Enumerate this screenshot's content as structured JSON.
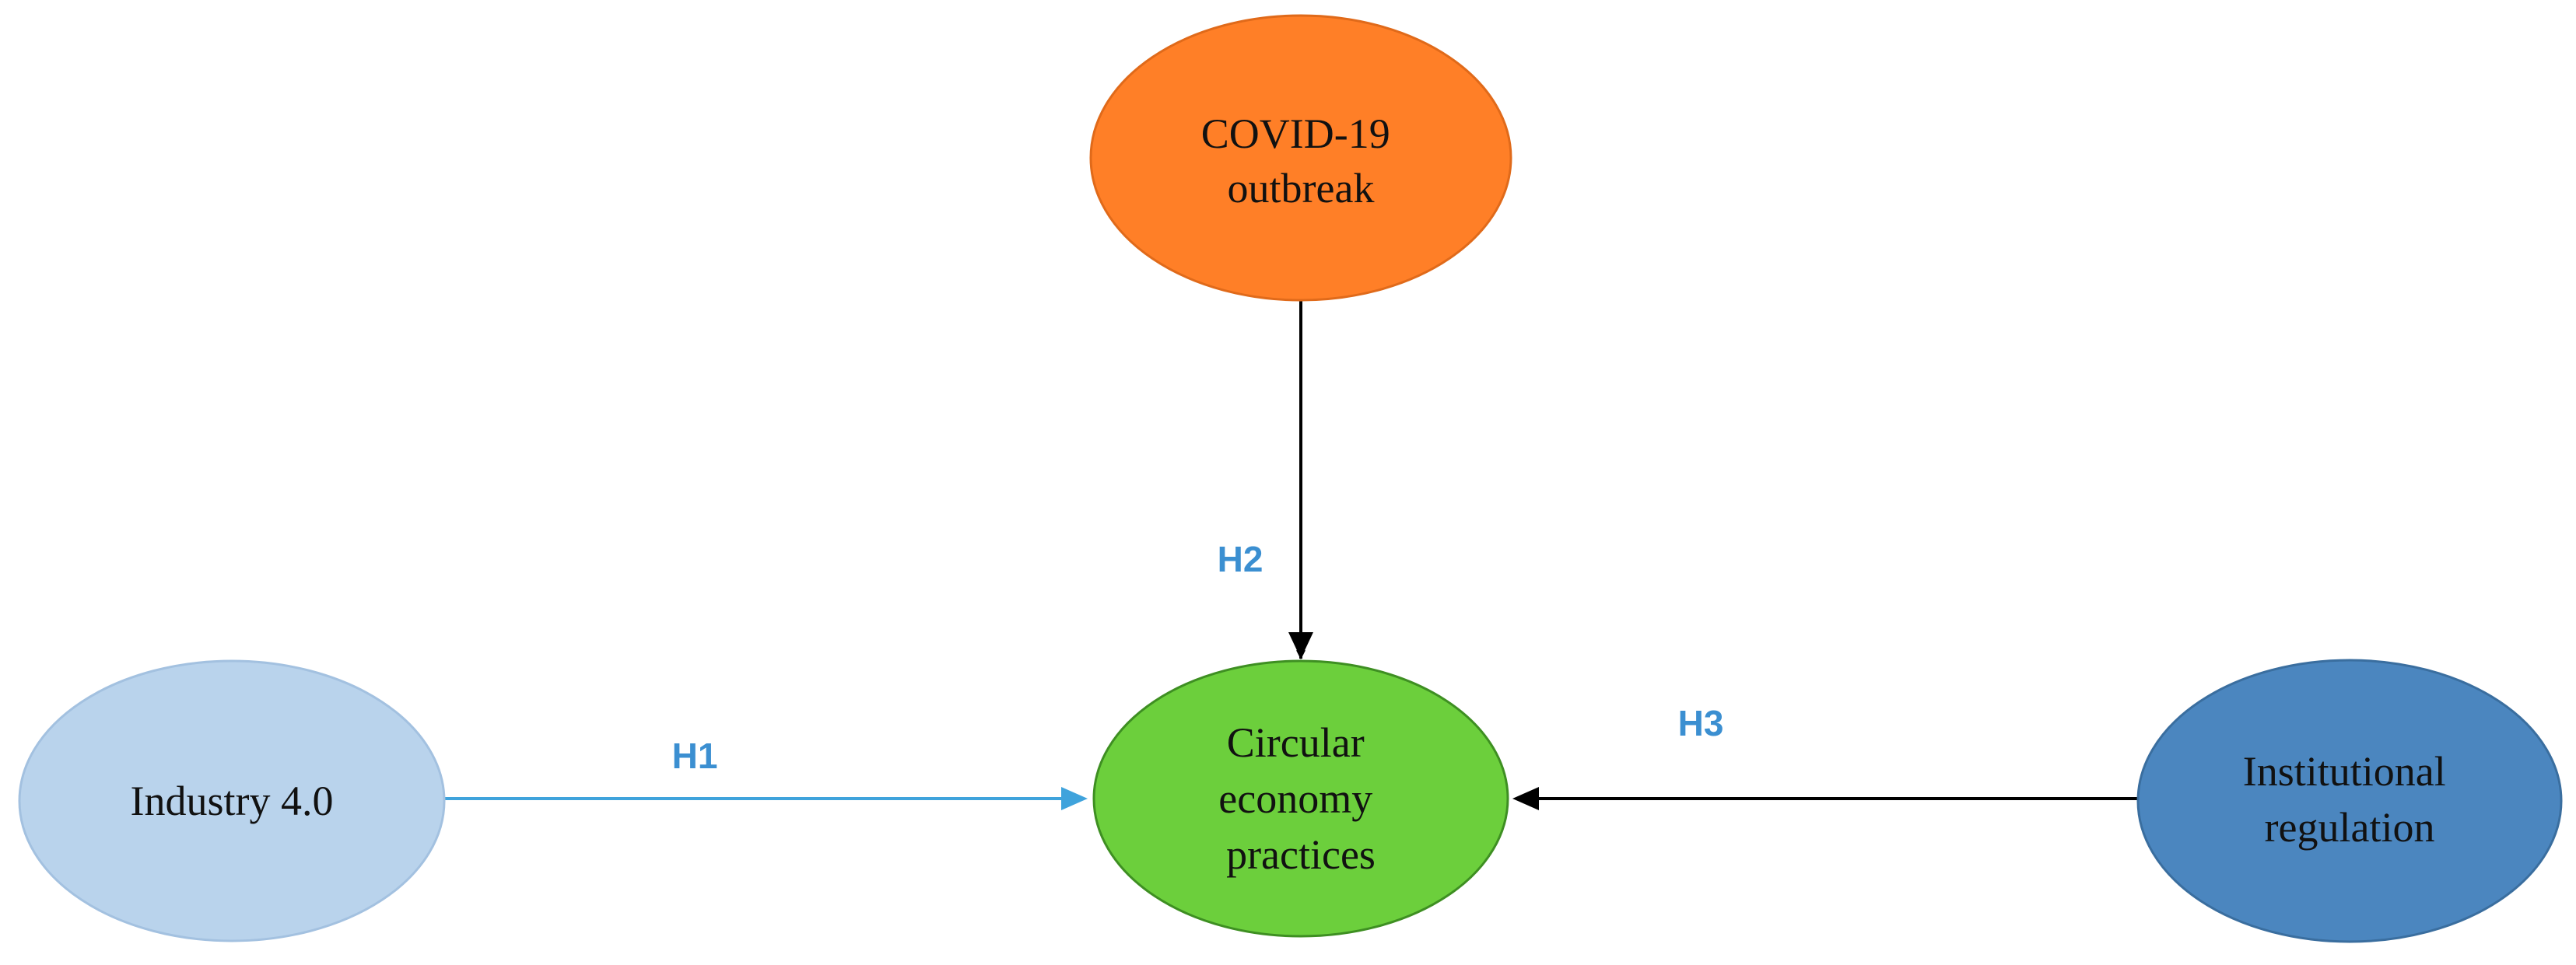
{
  "nodes": {
    "covid": {
      "lines": [
        "COVID-19",
        "outbreak"
      ],
      "fill": "#FF7F27",
      "stroke": "#E06A1A"
    },
    "circular": {
      "lines": [
        "Circular",
        "economy",
        "practices"
      ],
      "fill": "#6CCF3C",
      "stroke": "#3E8F22"
    },
    "industry": {
      "lines": [
        "Industry 4.0"
      ],
      "fill": "#B9D3EC",
      "stroke": "#A3C1E0"
    },
    "institutional": {
      "lines": [
        "Institutional",
        "regulation"
      ],
      "fill": "#4B86BF",
      "stroke": "#3A6E9F"
    }
  },
  "edges": {
    "h1": {
      "label": "H1",
      "color": "#3FA3DC"
    },
    "h2": {
      "label": "H2",
      "color": "#000000"
    },
    "h3": {
      "label": "H3",
      "color": "#000000"
    }
  },
  "label_color": "#3B8FD1"
}
